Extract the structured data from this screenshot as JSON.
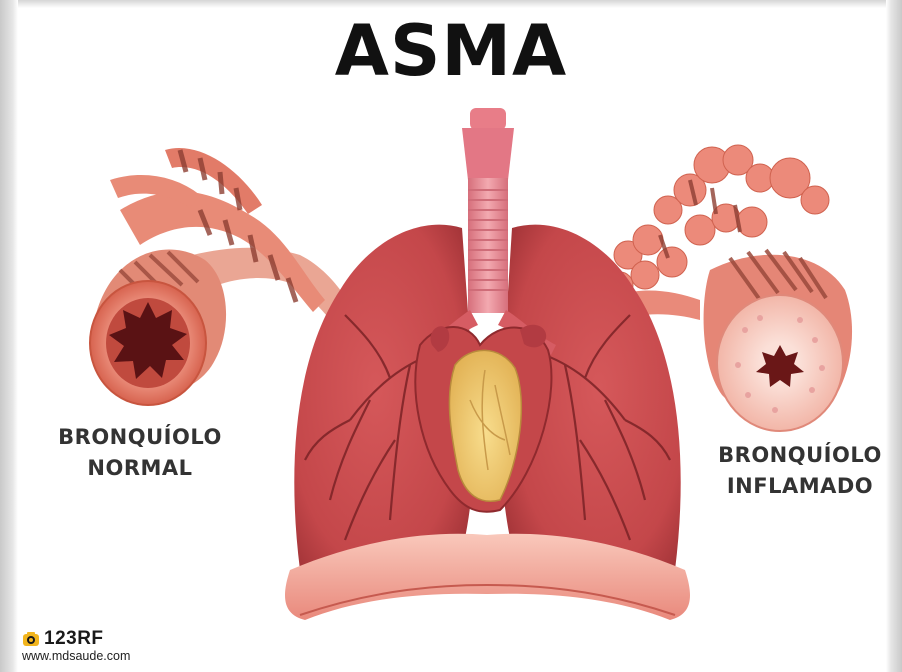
{
  "title": "ASMA",
  "labels": {
    "normal_line1": "BRONQUÍOLO",
    "normal_line2": "NORMAL",
    "inflamed_line1": "BRONQUÍOLO",
    "inflamed_line2": "INFLAMADO"
  },
  "credits": {
    "brand": "123RF",
    "url": "www.mdsaude.com"
  },
  "icons": {
    "brand": "camera-logo-icon"
  },
  "colors": {
    "lung": "#c4474a",
    "lung_dark": "#8f2a2e",
    "trachea": "#e88f97",
    "heart": "#f0d27a",
    "diaphragm": "#f6b7a8",
    "airway": "#ea8878",
    "muscle_band": "#9a4a3c"
  }
}
